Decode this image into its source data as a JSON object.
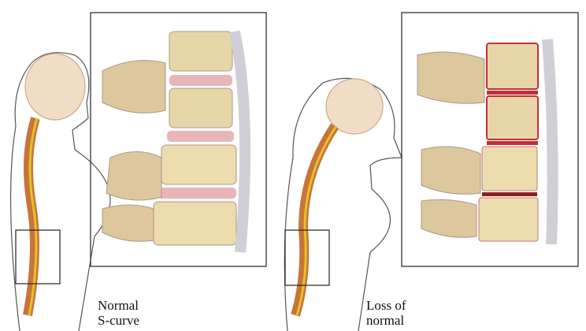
{
  "left_panel": {
    "label_line1": "Normal",
    "label_line2": "S-curve",
    "state": "normal spine, healthy vertebrae"
  },
  "right_panel": {
    "label_line1": "Loss of",
    "label_line2": "normal",
    "state": "curved spine, degenerated vertebrae"
  },
  "colors": {
    "bone": "#e8d6a8",
    "disc": "#e9b5b8",
    "spine": "#c8743a",
    "cord": "#e2c22a",
    "inflamed": "#c0303a"
  }
}
